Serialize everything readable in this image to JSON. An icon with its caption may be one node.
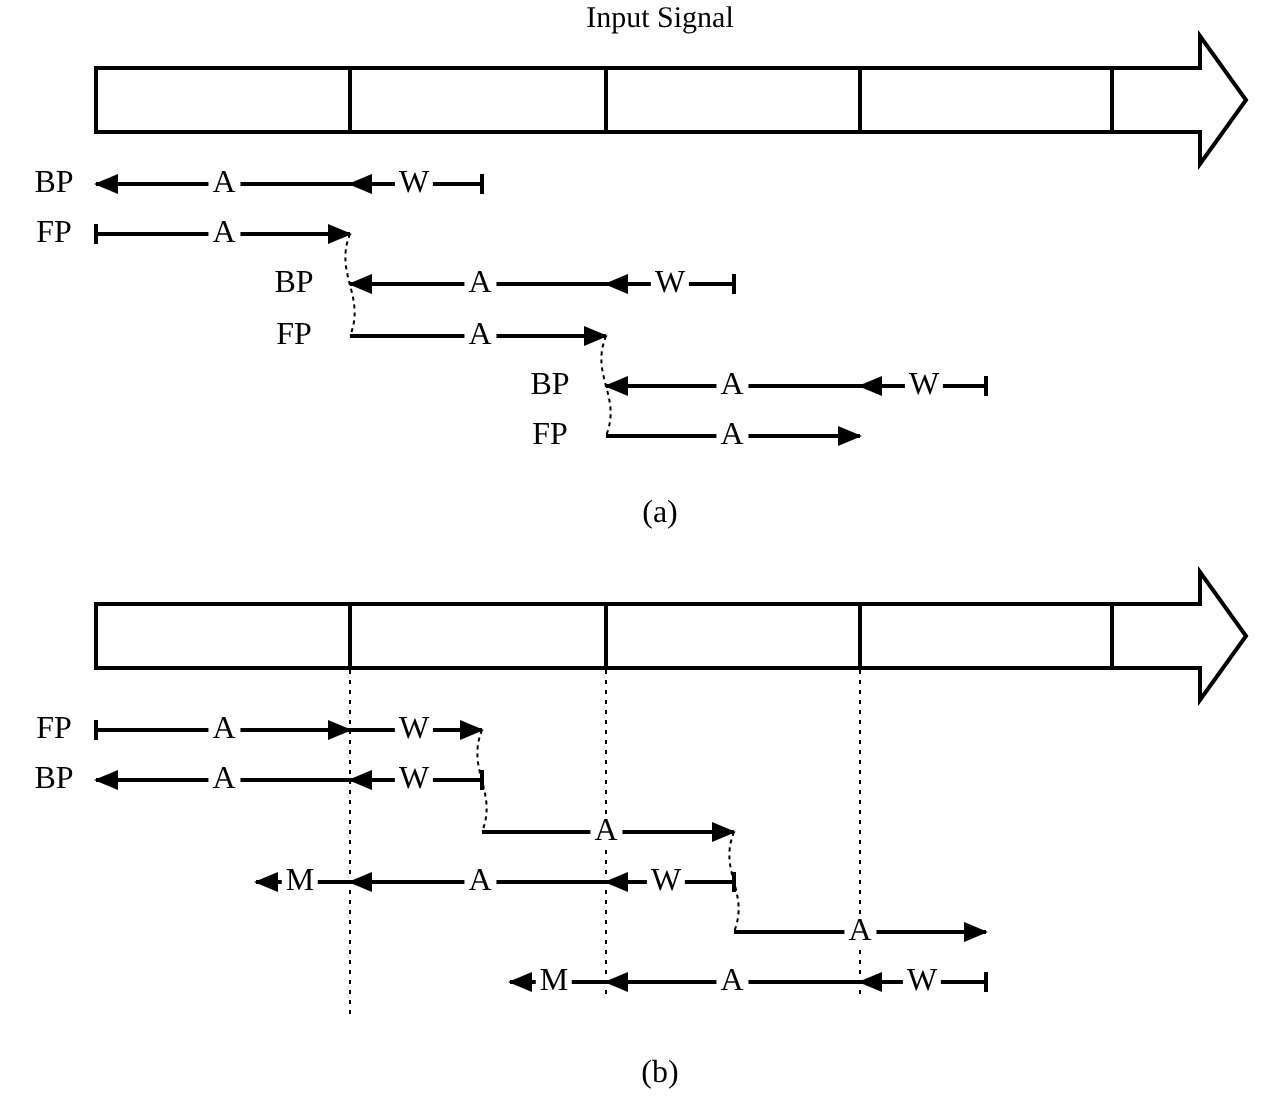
{
  "diagram": {
    "labels": [
      "Input Signal",
      "BP",
      "A",
      "W",
      "FP",
      "A",
      "BP",
      "A",
      "W",
      "FP",
      "A",
      "BP",
      "A",
      "W",
      "FP",
      "A",
      "(a)",
      "FP",
      "A",
      "W",
      "BP",
      "A",
      "W",
      "A",
      "M",
      "A",
      "W",
      "A",
      "M",
      "A",
      "W",
      "(b)"
    ]
  }
}
